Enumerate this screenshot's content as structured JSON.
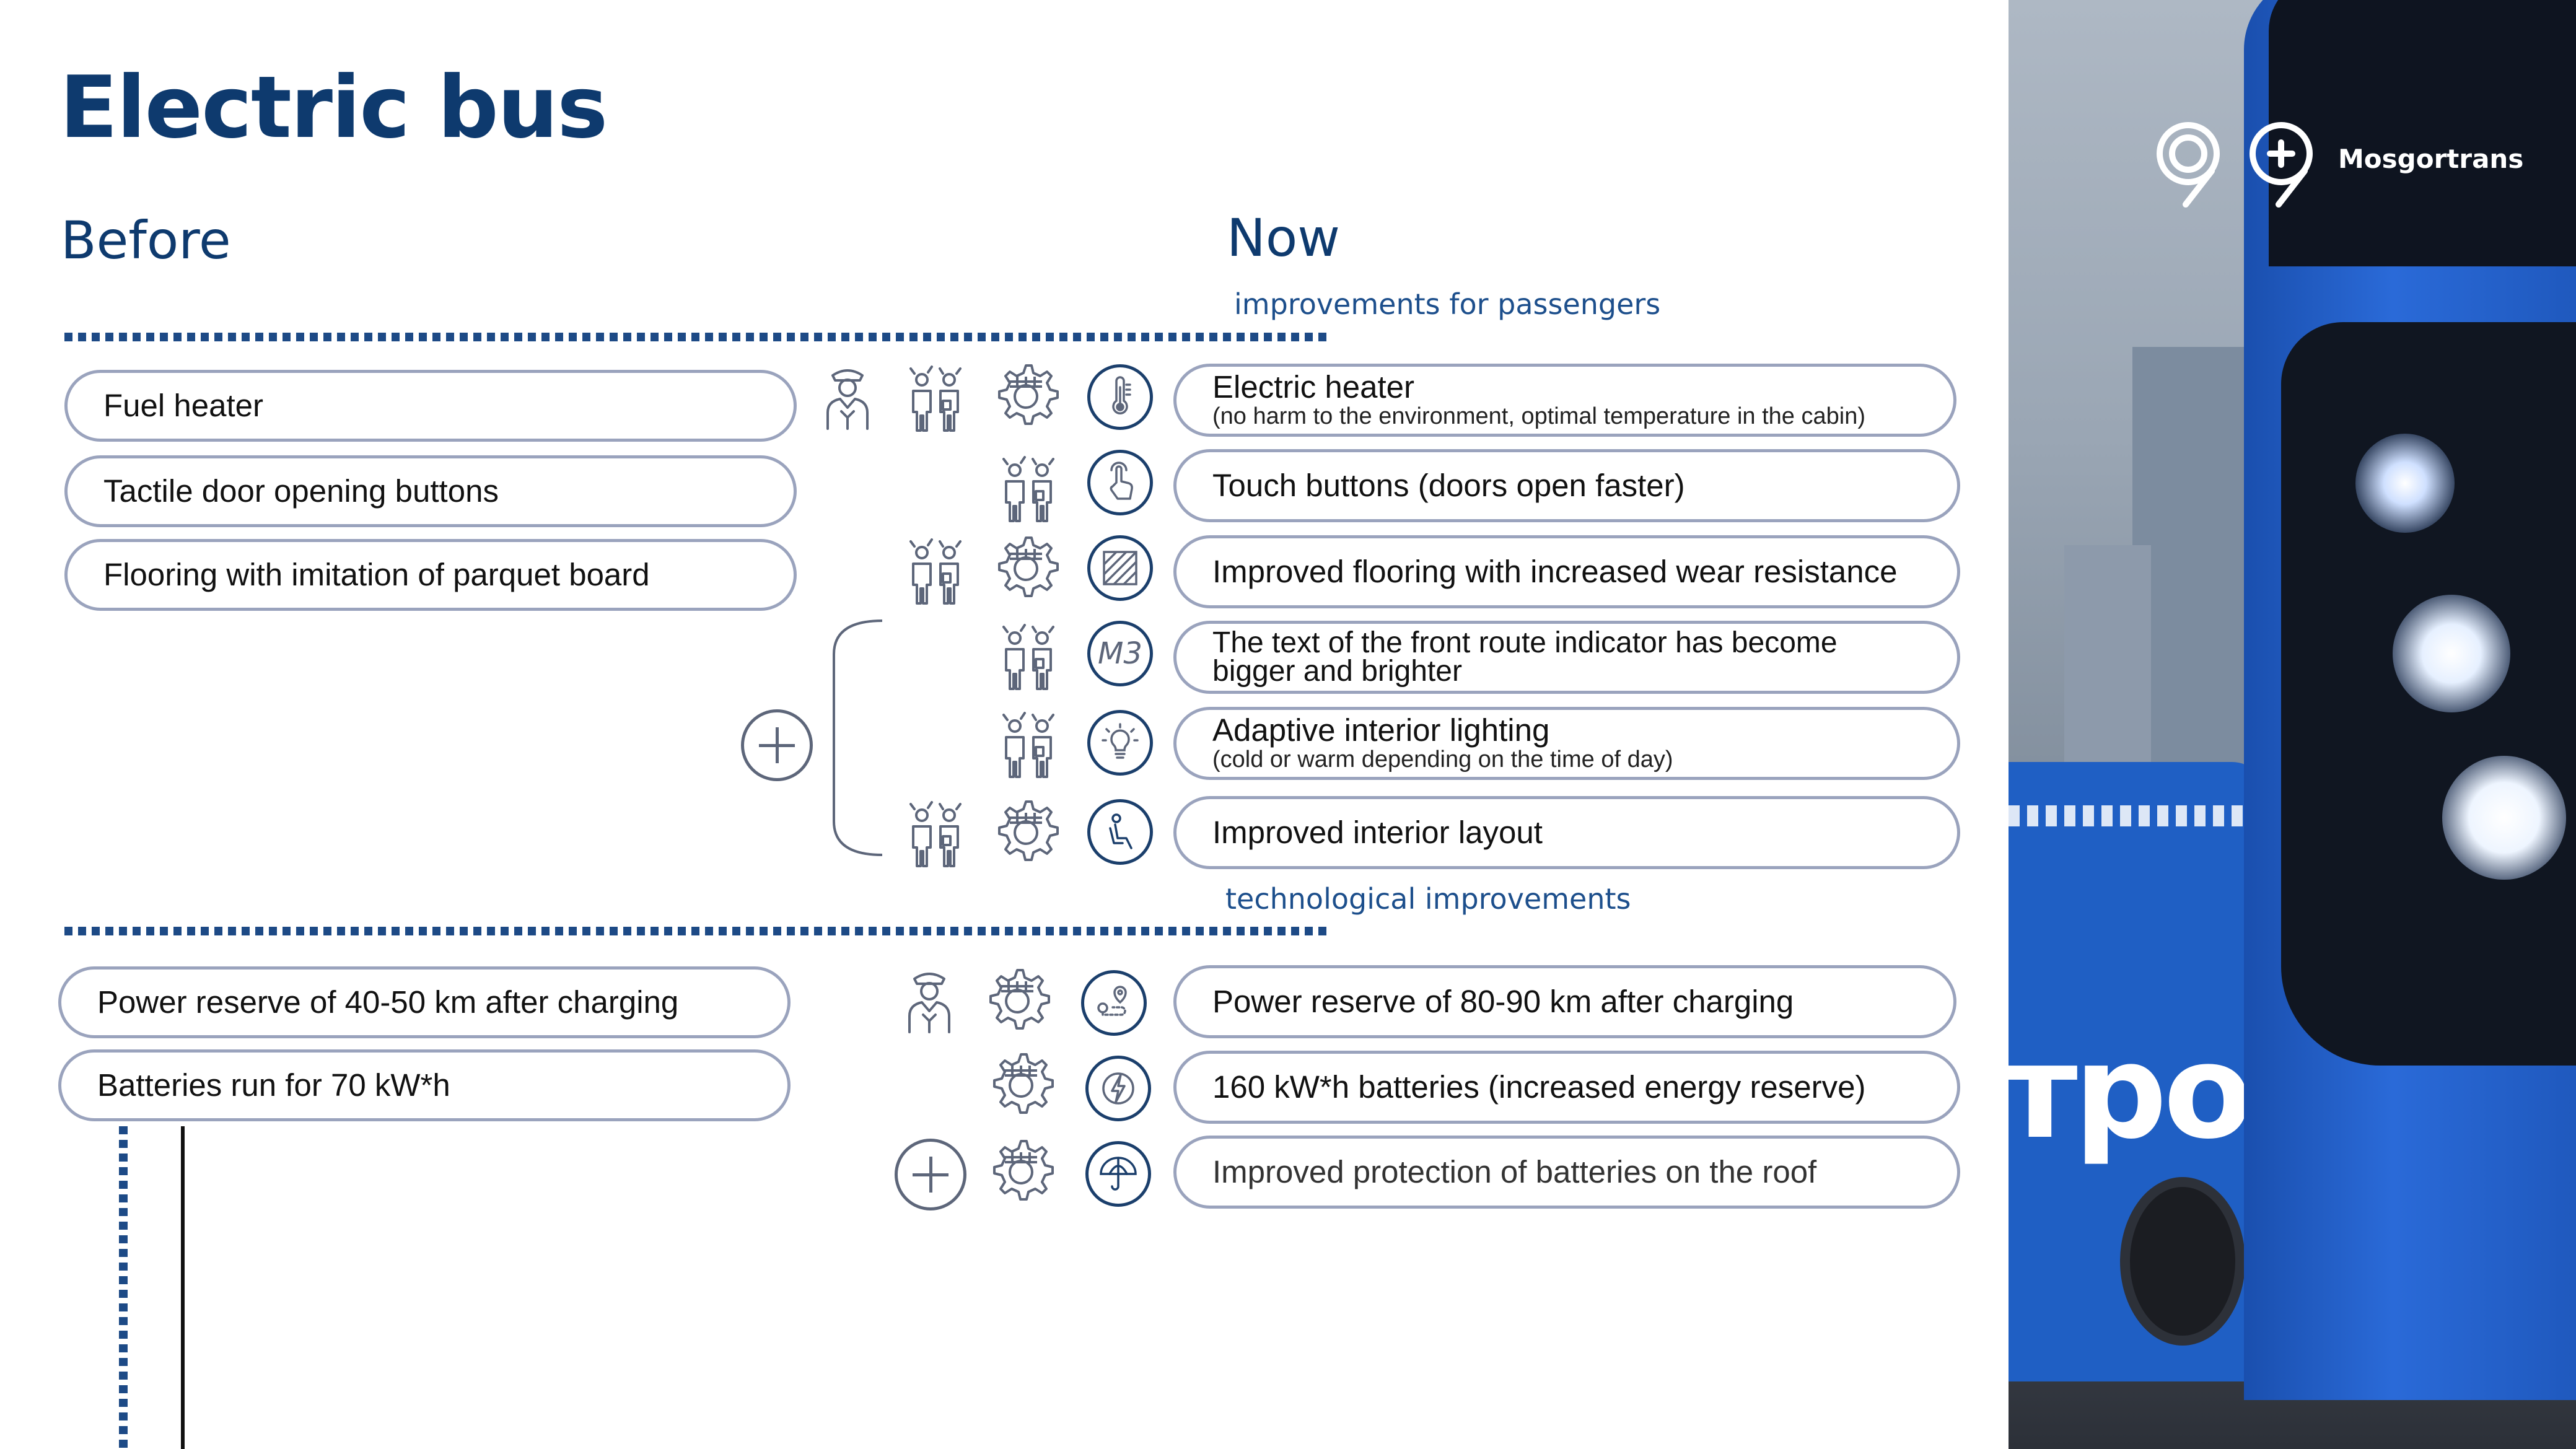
{
  "title": "Electric bus",
  "before_heading": "Before",
  "now_heading": "Now",
  "section_passengers": "improvements for passengers",
  "section_tech": "technological improvements",
  "before": [
    "Fuel heater",
    "Tactile door opening buttons",
    "Flooring with imitation of parquet board",
    "Power reserve of 40-50 km after charging",
    "Batteries run for 70 kW*h"
  ],
  "now": [
    {
      "main": "Electric heater",
      "sub": "(no harm to the environment, optimal temperature in the cabin)"
    },
    {
      "main": "Touch buttons (doors open faster)"
    },
    {
      "main": "Improved flooring with increased wear resistance"
    },
    {
      "main": "The text of the front route indicator has become bigger and brighter"
    },
    {
      "main": "Adaptive interior lighting",
      "sub": "(cold or warm depending on the time of day)"
    },
    {
      "main": "Improved interior layout"
    },
    {
      "main": "Power reserve of 80-90 km after charging"
    },
    {
      "main": "160 kW*h batteries (increased energy reserve)"
    },
    {
      "main": "Improved protection of batteries on the roof"
    }
  ],
  "route_icon_text": "M3",
  "brand": "Mosgortrans",
  "photo_sign": "тробус.",
  "icons": {
    "driver": "driver-icon",
    "staff": "staff-icon",
    "gear": "maintenance-gear-icon",
    "thermometer": "thermometer-icon",
    "touch": "touch-icon",
    "floor": "floor-icon",
    "bulb": "light-bulb-icon",
    "seat": "seat-icon",
    "route": "route-map-icon",
    "battery": "battery-bolt-icon",
    "umbrella": "umbrella-icon"
  },
  "colors": {
    "navy": "#0e3a6e",
    "pill_border": "#9aa3bd",
    "bus_blue": "#1f5fc4"
  }
}
